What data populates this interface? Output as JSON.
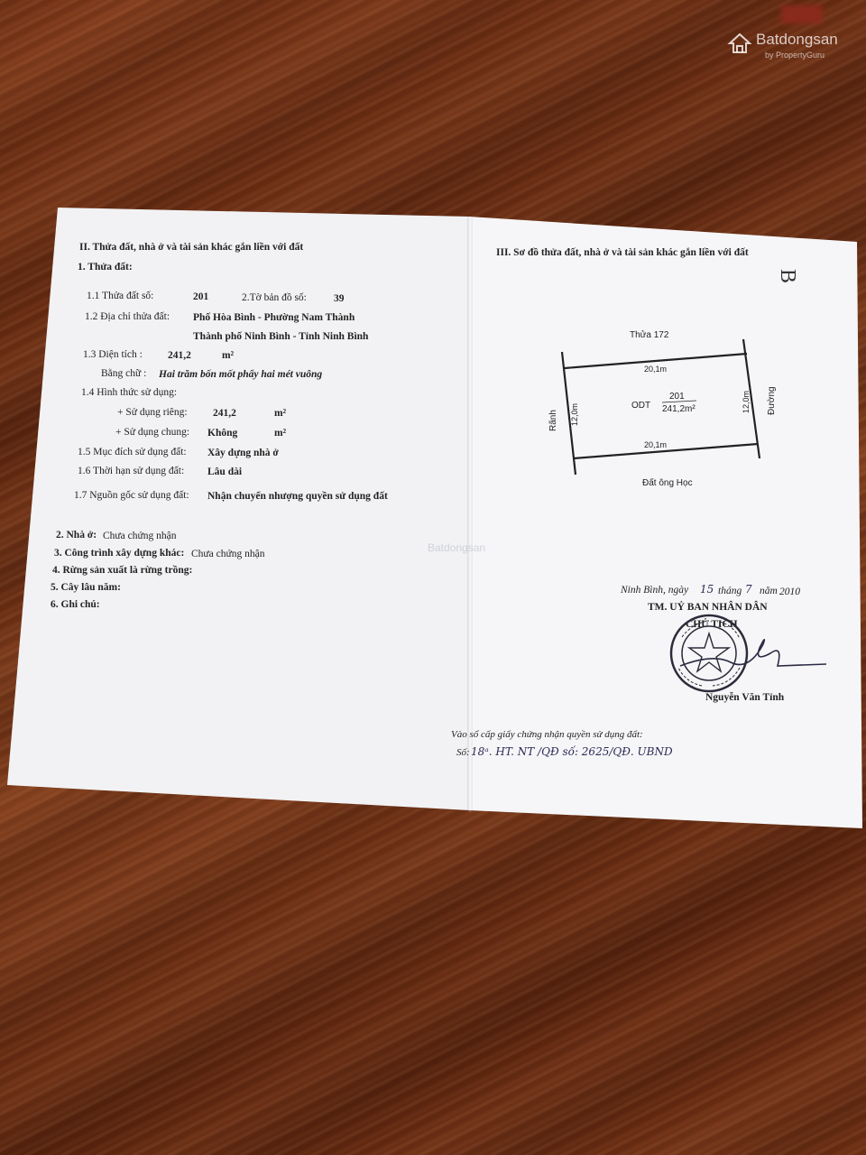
{
  "watermark": {
    "brand": "Batdongsan",
    "sub": "by PropertyGuru",
    "mid_brand": "Batdongsan"
  },
  "section2": {
    "title": "II. Thửa đất, nhà ở và tài sản khác gắn liền với đất",
    "h1": "1. Thửa đất:",
    "r11_label": "1.1  Thửa đất số:",
    "r11_value": "201",
    "r12_label": "2.Tờ bản đồ số:",
    "r12_value": "39",
    "r2_label": "1.2  Địa chỉ thửa đất:",
    "r2_value1": "Phố Hòa Bình - Phường Nam Thành",
    "r2_value2": "Thành phố Ninh Bình - Tỉnh Ninh Bình",
    "r3_label": "1.3  Diện tích :",
    "r3_value": "241,2",
    "r3_unit": "m²",
    "r3b_label": "Bằng chữ :",
    "r3b_value": "Hai trăm bốn mốt phẩy hai mét vuông",
    "r4_label": "1.4  Hình thức sử dụng:",
    "r4a_label": "+  Sử dụng riêng:",
    "r4a_value": "241,2",
    "r4a_unit": "m²",
    "r4b_label": "+  Sử dụng chung:",
    "r4b_value": "Không",
    "r4b_unit": "m²",
    "r5_label": "1.5  Mục đích sử dụng đất:",
    "r5_value": "Xây dựng nhà ở",
    "r6_label": "1.6  Thời hạn sử dụng đất:",
    "r6_value": "Lâu dài",
    "r7_label": "1.7  Nguồn gốc sử dụng đất:",
    "r7_value": "Nhận chuyển nhượng quyền sử dụng đất",
    "i2_label": "2. Nhà ở:",
    "i2_value": "Chưa chứng nhận",
    "i3_label": "3. Công trình xây dựng khác:",
    "i3_value": "Chưa chứng nhận",
    "i4_label": "4. Rừng sản xuất là rừng trồng:",
    "i5_label": "5. Cây lâu năm:",
    "i6_label": "6. Ghi chú:"
  },
  "section3": {
    "title": "III.  Sơ đồ thửa đất, nhà ở và tài sản khác gắn liền với đất",
    "page_mark": "B",
    "plot": {
      "top_neighbor": "Thửa 172",
      "bottom_neighbor": "Đất ông Học",
      "left_neighbor": "Rãnh",
      "right_neighbor": "Đường",
      "top_edge": "20,1m",
      "bottom_edge": "20,1m",
      "left_edge": "12,0m",
      "right_edge": "12,0m",
      "land_type": "ODT",
      "parcel_no": "201",
      "area": "241,2m²"
    },
    "place_date": {
      "place": "Ninh Bình, ngày",
      "day": "15",
      "month_label": "tháng",
      "month": "7",
      "year_label": "năm",
      "year": "2010"
    },
    "committee": "TM. UỶ BAN NHÂN DÂN",
    "chair": "CHỦ TỊCH",
    "signer": "Nguyễn Văn Tỉnh",
    "registry_line": "Vào sổ cấp giấy chứng nhận quyền sử dụng đất:",
    "registry_no_label": "Số:",
    "registry_no": "18ᵃ. HT. NT /QĐ số: 2625/QĐ. UBND"
  },
  "colors": {
    "paper": "#f4f4f6",
    "wood": "#6d2f14",
    "ink": "#222222",
    "pen": "#2a2a55"
  }
}
